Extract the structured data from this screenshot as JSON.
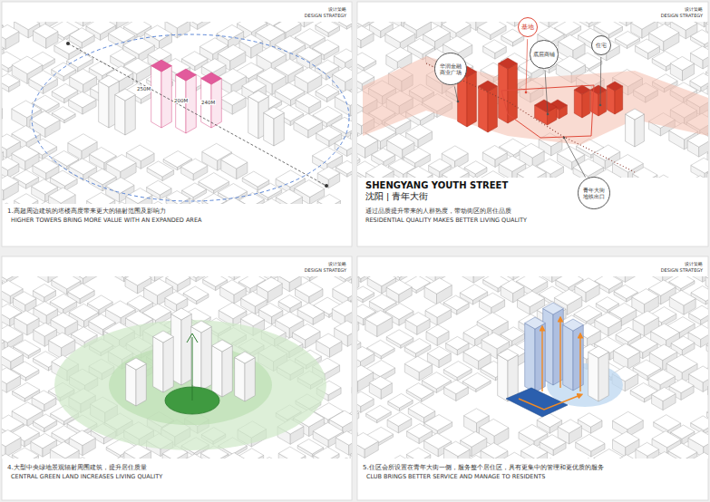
{
  "diagram": {
    "nodes": [
      {
        "text": [
          "基地"
        ]
      },
      {
        "text": [
          "华润金融商业广场"
        ]
      },
      {
        "text": [
          "底层商铺"
        ]
      },
      {
        "text": [
          "住宅"
        ]
      },
      {
        "text": [
          "青年大街地铁出口"
        ]
      }
    ],
    "labels": [
      "设计策略",
      "DESIGN STRATEGY",
      "250M",
      "200M",
      "240M",
      "1.高超周边建筑的塔楼高度带来更大的辐射范围及影响力",
      "HIGHER TOWERS BRING MORE VALUE WITH  AN  EXPANDED  AREA",
      "设计策略",
      "DESIGN STRATEGY",
      "SHENGYANG YOUTH STREET",
      "沈阳 | 青年大街",
      "通过品质提升带来的人群热度，带动街区的居住品质",
      "RESIDENTIAL QUALITY MAKES BETTER LIVING QUALITY",
      "设计策略",
      "DESIGN STRATEGY",
      "4.大型中央绿地景观辐射周围建筑，提升居住质量",
      "CENTRAL GREEN LAND INCREASES LIVING QUALITY",
      "设计策略",
      "DESIGN STRATEGY",
      "5.住区会所设置在青年大街一侧，服务整个居住区，具有更集中的管理和更优质的服务",
      "CLUB BRINGS BETTER SERVICE AND MANAGE TO RESIDENTS"
    ]
  }
}
